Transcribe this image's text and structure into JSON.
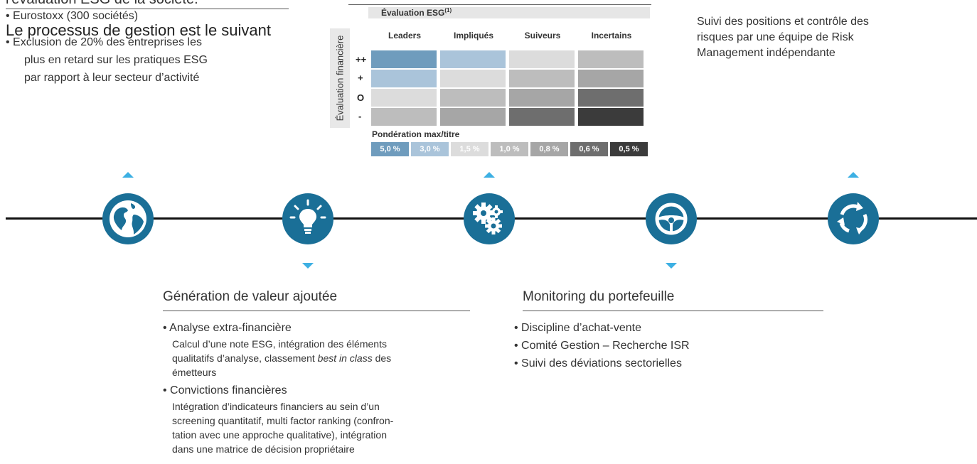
{
  "left_top": {
    "cut_title": "l'évaluation ESG de la société.",
    "bullet1": "• Eurostoxx (300 sociétés)",
    "process_title": "Le processus de gestion est le suivant",
    "bullet2": "• Exclusion de 20% des entreprises les",
    "bullet2_line2": "plus en retard sur les pratiques ESG",
    "bullet2_line3": "par rapport à leur secteur d’activité"
  },
  "matrix": {
    "title": "Évaluation ESG",
    "title_sup": "(1)",
    "vertical_label": "Évaluation financière",
    "columns": [
      "Leaders",
      "Impliqués",
      "Suiveurs",
      "Incertains"
    ],
    "rows": [
      "++",
      "+",
      "O",
      "-"
    ],
    "cells": [
      [
        "#6f9cbd",
        "#aac4da",
        "#dcdcdc",
        "#bdbdbd"
      ],
      [
        "#aac4da",
        "#dcdcdc",
        "#bdbdbd",
        "#a6a6a6"
      ],
      [
        "#dcdcdc",
        "#bdbdbd",
        "#a6a6a6",
        "#6e6e6e"
      ],
      [
        "#bdbdbd",
        "#a6a6a6",
        "#6e6e6e",
        "#3b3b3b"
      ]
    ],
    "weights_title": "Pondération max/titre",
    "weights": [
      {
        "label": "5,0 %",
        "color": "#6f9cbd"
      },
      {
        "label": "3,0 %",
        "color": "#aac4da"
      },
      {
        "label": "1,5 %",
        "color": "#dcdcdc"
      },
      {
        "label": "1,0 %",
        "color": "#bdbdbd"
      },
      {
        "label": "0,8 %",
        "color": "#a6a6a6"
      },
      {
        "label": "0,6 %",
        "color": "#6e6e6e"
      },
      {
        "label": "0,5 %",
        "color": "#3b3b3b"
      }
    ]
  },
  "right_top": {
    "line1": "Suivi des positions et contrôle des",
    "line2": "risques par une équipe de Risk",
    "line3": "Management indépendante"
  },
  "timeline": {
    "steps": [
      {
        "icon": "globe-icon"
      },
      {
        "icon": "lightbulb-icon"
      },
      {
        "icon": "gears-icon"
      },
      {
        "icon": "steering-wheel-icon"
      },
      {
        "icon": "cycle-arrows-icon"
      }
    ],
    "accent": "#3db0e3",
    "circle_color": "#1a6f97"
  },
  "value_section": {
    "title": "Génération de valeur ajoutée",
    "item1_title": "• Analyse extra-financière",
    "item1_line1": "Calcul d’une note ESG, intégration des éléments",
    "item1_line2": "qualitatifs d’analyse, classement",
    "item1_italic": "best in class",
    "item1_line2_end": "des",
    "item1_line3": "émetteurs",
    "item2_title": "• Convictions financières",
    "item2_line1": "Intégration d’indicateurs financiers au sein d’un",
    "item2_line2": "screening quantitatif, multi factor ranking (confron-",
    "item2_line3": "tation avec une approche qualitative), intégration",
    "item2_line4": "dans une matrice de décision propriétaire"
  },
  "monitoring_section": {
    "title": "Monitoring du portefeuille",
    "items": [
      "• Discipline d’achat-vente",
      "• Comité Gestion – Recherche ISR",
      "• Suivi des déviations sectorielles"
    ]
  }
}
